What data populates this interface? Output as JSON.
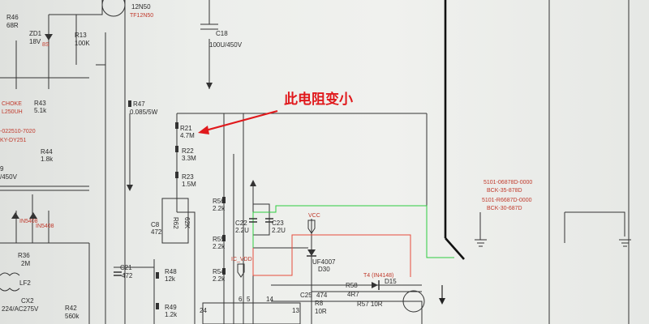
{
  "annotation": {
    "text": "此电阻变小"
  },
  "components": {
    "q_part": "12N50",
    "q_alt": "TF12N50",
    "r46": "R46",
    "r46_val": "68R",
    "zd1": "ZD1",
    "zd1_val": "18V",
    "zd1_red": "8S",
    "r13": "R13",
    "r13_val": "100K",
    "c18": "C18",
    "c18_val": "100U/450V",
    "choke": "CHOKE",
    "choke_val": "L250UH",
    "choke_part1": "-022510-7020",
    "choke_part2": "KY-DY251",
    "r43": "R43",
    "r43_val": "5.1k",
    "r47": "R47",
    "r47_val": "0.085/5W",
    "r21": "R21",
    "r21_val": "4.7M",
    "r22": "R22",
    "r22_val": "3.3M",
    "r23": "R23",
    "r23_val": "1.5M",
    "r44": "R44",
    "r44_val": "1.8k",
    "cap9": "9",
    "cap9_val": "/450V",
    "r56": "R56",
    "r56_val": "2.2k",
    "c22": "C22",
    "c22_val": "2.2U",
    "c23": "C23",
    "c23_val": "2.2U",
    "c8": "C8",
    "c8_val": "472",
    "r62": "R62",
    "r62_val": "62K",
    "r55": "R55",
    "r55_val": "2.2k",
    "d_in": "IN5408",
    "d_in2": "IN5408",
    "r36": "R36",
    "r36_val": "2M",
    "lf2": "LF2",
    "c21": "C21",
    "c21_val": "472",
    "r48": "R48",
    "r48_val": "12k",
    "r54": "R54",
    "r54_val": "2.2k",
    "ic_vdd": "IC_VDD",
    "vcc": "VCC",
    "d30_part": "UF4007",
    "d30": "D30",
    "t4": "T4 (IN4148)",
    "d15": "D15",
    "r58": "R58",
    "r58_val": "4R7",
    "c25": "C25",
    "c25_val": "474",
    "r8": "R8",
    "r8_val": "10R",
    "r57": "R57 10R",
    "cx2": "CX2",
    "cx2_val": "224/AC275V",
    "r42": "R42",
    "r42_val": "560k",
    "r49": "R49",
    "r49_val": "1.2k",
    "pin_24": "24",
    "pin_6": "6",
    "pin_5": "5",
    "pin_14": "14",
    "pin_13": "13",
    "part_a1": "5101-06878D-0000",
    "part_a2": "BCK-35-878D",
    "part_b1": "5101-R6687D-0000",
    "part_b2": "BCK-30-687D"
  }
}
